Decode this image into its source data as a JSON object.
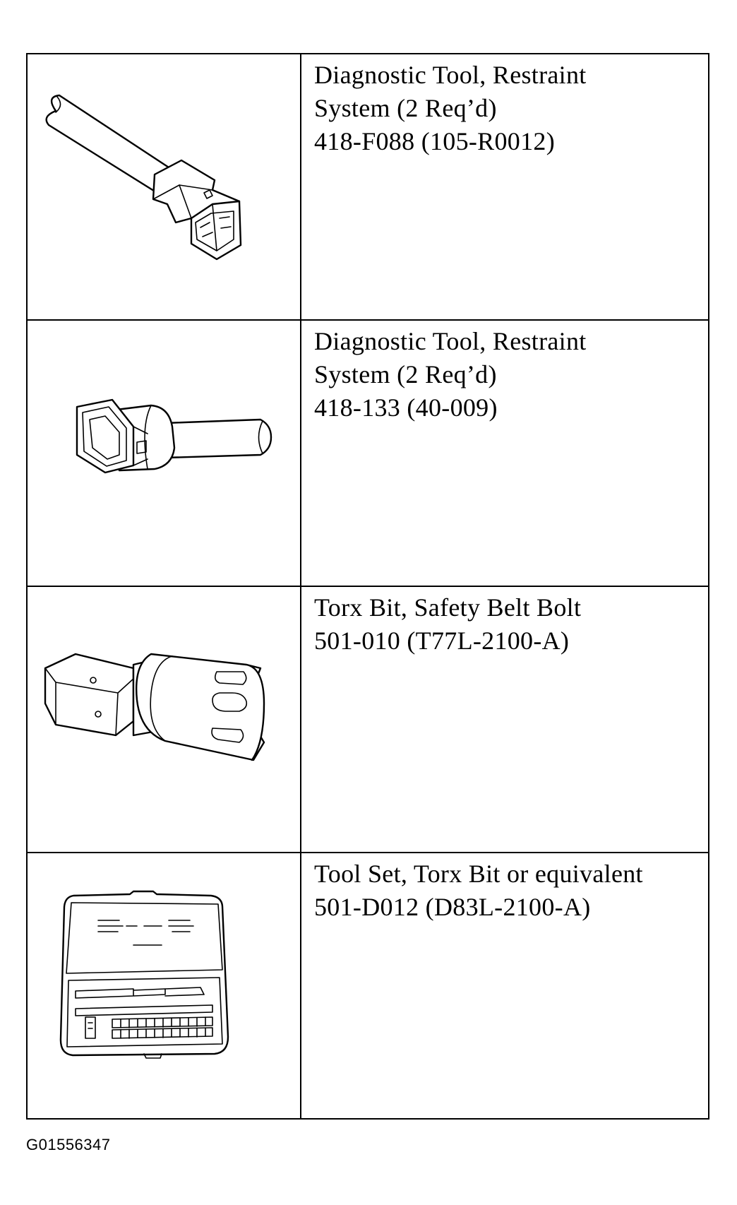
{
  "tools": [
    {
      "lines": [
        "Diagnostic Tool, Restraint",
        "System (2 Req’d)",
        "418-F088 (105-R0012)"
      ],
      "icon": "restraint-diagnostic-connector-icon"
    },
    {
      "lines": [
        "Diagnostic Tool, Restraint",
        "System (2 Req’d)",
        "418-133 (40-009)"
      ],
      "icon": "restraint-diagnostic-plug-icon"
    },
    {
      "lines": [
        "Torx Bit, Safety Belt Bolt",
        "501-010 (T77L-2100-A)"
      ],
      "icon": "torx-bit-icon"
    },
    {
      "lines": [
        "Tool Set, Torx Bit or equivalent",
        "501-D012 (D83L-2100-A)"
      ],
      "icon": "torx-bit-set-case-icon"
    }
  ],
  "caption": "G01556347"
}
